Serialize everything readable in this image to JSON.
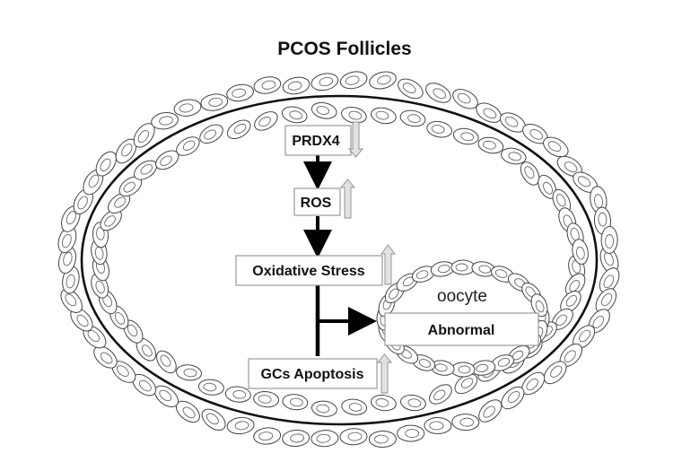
{
  "title": "PCOS Follicles",
  "nodes": {
    "prdx4": {
      "label": "PRDX4",
      "trend": "down"
    },
    "ros": {
      "label": "ROS",
      "trend": "up"
    },
    "oxidative_stress": {
      "label": "Oxidative Stress",
      "trend": "up"
    },
    "gcs_apoptosis": {
      "label": "GCs Apoptosis",
      "trend": "up"
    },
    "abnormal": {
      "label": "Abnormal"
    }
  },
  "oocyte": {
    "label": "oocyte"
  },
  "edges": [
    {
      "from": "PRDX4",
      "to": "ROS"
    },
    {
      "from": "ROS",
      "to": "Oxidative Stress"
    },
    {
      "from": "Oxidative Stress",
      "to": "GCs Apoptosis"
    },
    {
      "from": "Oxidative Stress",
      "to": "Abnormal"
    }
  ],
  "colors": {
    "outline": "#111111",
    "arrow": "#000000",
    "indicator_fill": "#e2e2e2",
    "box_border": "#9a9a9a"
  }
}
